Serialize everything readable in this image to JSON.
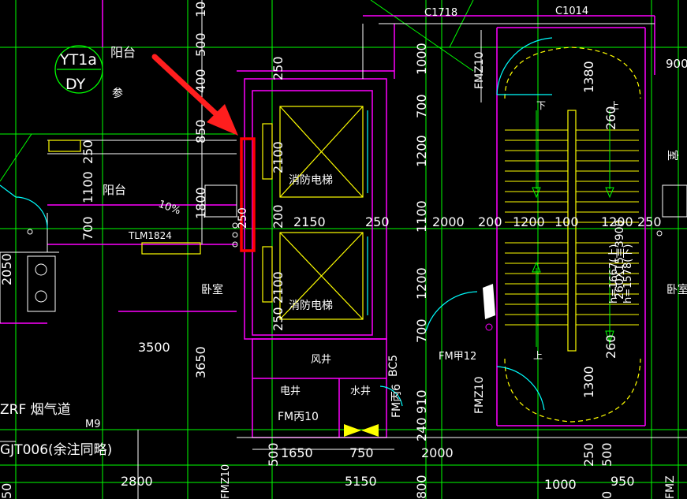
{
  "labels": {
    "c1718": "C1718",
    "c1014": "C1014",
    "yt1a": "YT1a",
    "dy": "DY",
    "balcony_top": "阳台",
    "can": "参",
    "balcony_left": "阳台",
    "slope": "10%",
    "tlm": "TLM1824",
    "bedroom_left": "卧室",
    "bedroom_right": "卧室",
    "elevator_top": "消防电梯",
    "elevator_bottom": "消防电梯",
    "shaft": "风井",
    "bc5": "BC5",
    "fm_jia12": "FM甲12",
    "fm_yi10_top": "FMZ10",
    "fm_yi10_right": "FMZ10",
    "fm_yi10_far": "FMZ",
    "fm_bing10": "FM丙10",
    "fm_bing6": "FM丙6",
    "elec_well": "电井",
    "water_well": "水井",
    "zrf": "ZRF 烟气道",
    "gjt": "GJT006(余注同略)",
    "m9": "M9",
    "stair_calc1": "260X15=3900",
    "stair_calc2": "h=1667(上)",
    "stair_calc3": "h=1578(下)",
    "up1": "上",
    "up2": "上",
    "down1": "下",
    "room900": "900",
    "room_shi": "室"
  },
  "dims": {
    "d10_top": "10",
    "d500": "500",
    "d400": "400",
    "d250a": "250",
    "d850": "850",
    "d250b": "250",
    "d1100": "1100",
    "d1800": "1800",
    "d700a": "700",
    "d2050": "2050",
    "d3500": "3500",
    "d3650": "3650",
    "d2800": "2800",
    "d2100a": "2100",
    "d2100b": "2100",
    "d200": "200",
    "d2150": "2150",
    "d250c": "250",
    "d250d": "250",
    "d250e": "250",
    "d1000a": "1000",
    "d700b": "700",
    "d1200a": "1200",
    "d1100b": "1100",
    "d1200b": "1200",
    "d700c": "700",
    "d2000a": "2000",
    "d200b": "200",
    "d1200c": "1200",
    "d100": "100",
    "d1200d": "1200",
    "d250f": "250",
    "d1380": "1380",
    "d260a": "260",
    "d260b": "260",
    "d1300": "1300",
    "d910": "910",
    "d240": "240",
    "d1650": "1650",
    "d750": "750",
    "d2000b": "2000",
    "d500b": "500",
    "d5150": "5150",
    "d800": "800",
    "d1000b": "1000",
    "d950": "950",
    "d250g": "250",
    "d500c": "500",
    "d50": "50",
    "fmz_bottom": "FMZ10",
    "d0": "0"
  },
  "colors": {
    "background": "#000000",
    "wall": "#ff00ff",
    "grid_green": "#00ff00",
    "dim_white": "#ffffff",
    "yellow": "#ffff00",
    "cyan": "#00ffff",
    "highlight_red": "#ff0000"
  }
}
